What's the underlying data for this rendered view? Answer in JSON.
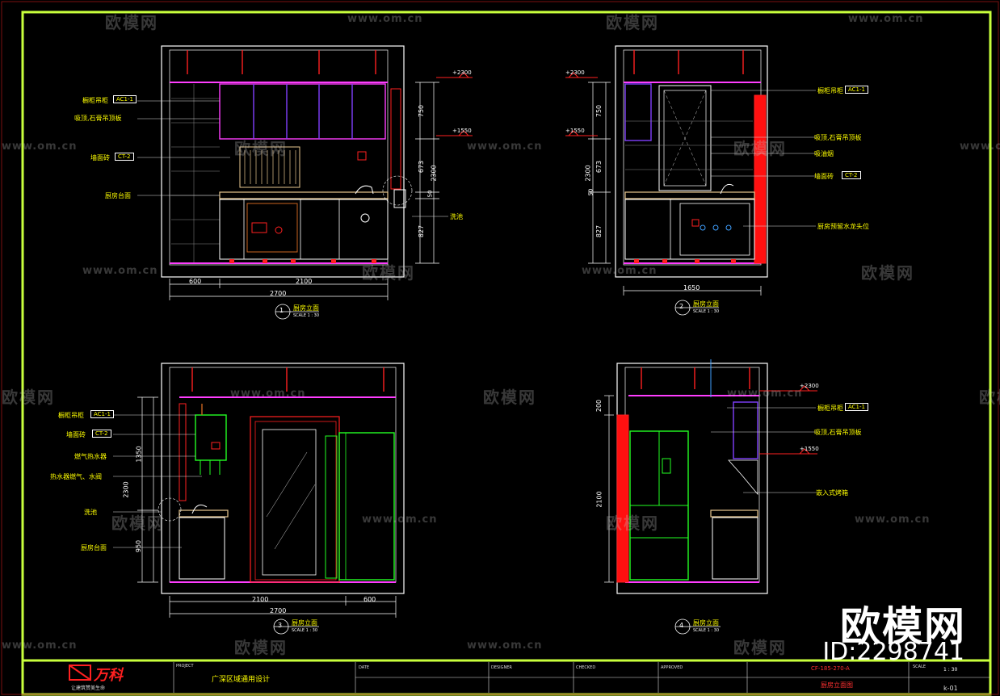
{
  "views": [
    {
      "id": "elev-1",
      "dims": {
        "top_mark": "+2300",
        "mid_mark": "+1550",
        "vert": [
          "750",
          "673",
          "827",
          "2300",
          "50"
        ],
        "horiz_parts": [
          "600",
          "2100"
        ],
        "total": "2700"
      },
      "labels": [
        "橱柜吊柜",
        "吸顶,石膏吊顶板",
        "墙面砖",
        "厨房台面"
      ],
      "tags": [
        "AC1-1",
        "CT-2"
      ],
      "side_label": "洗池",
      "caption_title": "厨房立面",
      "caption_no": "1",
      "caption_scale": "SCALE  1 : 30"
    },
    {
      "id": "elev-2",
      "dims": {
        "top_mark": "+2300",
        "mid_mark": "+1550",
        "vert": [
          "750",
          "673",
          "827",
          "2300",
          "50"
        ],
        "total": "1650"
      },
      "labels": [
        "橱柜吊柜",
        "吸顶,石膏吊顶板",
        "吸油烟",
        "墙面砖",
        "厨房预留水龙头位"
      ],
      "tags": [
        "AC1-1",
        "CT-2"
      ],
      "caption_title": "厨房立面",
      "caption_no": "2",
      "caption_scale": "SCALE  1 : 30"
    },
    {
      "id": "elev-3",
      "dims": {
        "vert": [
          "1350",
          "2300",
          "950"
        ],
        "horiz_parts": [
          "2100",
          "600"
        ],
        "total": "2700"
      },
      "labels": [
        "橱柜吊柜",
        "墙面砖",
        "燃气热水器",
        "热水器燃气、水阀",
        "洗池",
        "厨房台面"
      ],
      "tags": [
        "AC1-1",
        "CT-2"
      ],
      "caption_title": "厨房立面",
      "caption_no": "3",
      "caption_scale": "SCALE  1 : 30"
    },
    {
      "id": "elev-4",
      "dims": {
        "top_mark": "+2300",
        "mid_mark": "+1550",
        "vert": [
          "200",
          "2100"
        ]
      },
      "labels": [
        "橱柜吊柜",
        "吸顶,石膏吊顶板",
        "嵌入式烤箱"
      ],
      "tags": [
        "AC1-1"
      ],
      "caption_title": "厨房立面",
      "caption_no": "4",
      "caption_scale": "SCALE  1 : 30"
    }
  ],
  "title_block": {
    "company": "万科",
    "company_sub": "让建筑赞美生命",
    "project_label": "PROJECT",
    "project_name": "广深区域通用设计",
    "cells": [
      "DATE",
      "DESIGNER",
      "CHECKED",
      "APPROVED"
    ],
    "drawing_no": "CF-185-270-A",
    "drawing_name": "厨房立面图",
    "scale_label": "SCALE",
    "scale": "1 : 30",
    "sheet": "k-01"
  },
  "watermark": {
    "text": "欧模网",
    "url": "www.om.cn",
    "brand": "欧模网",
    "id": "ID:2298741"
  },
  "colors": {
    "frame": "#c8ff3c",
    "wall": "#ffffff",
    "cabinet": "#ff3dff",
    "dim": "#ffffff",
    "label": "#ffff00",
    "red": "#ff2020",
    "green": "#22ff22",
    "brown": "#c86420",
    "purple": "#8040ff"
  }
}
